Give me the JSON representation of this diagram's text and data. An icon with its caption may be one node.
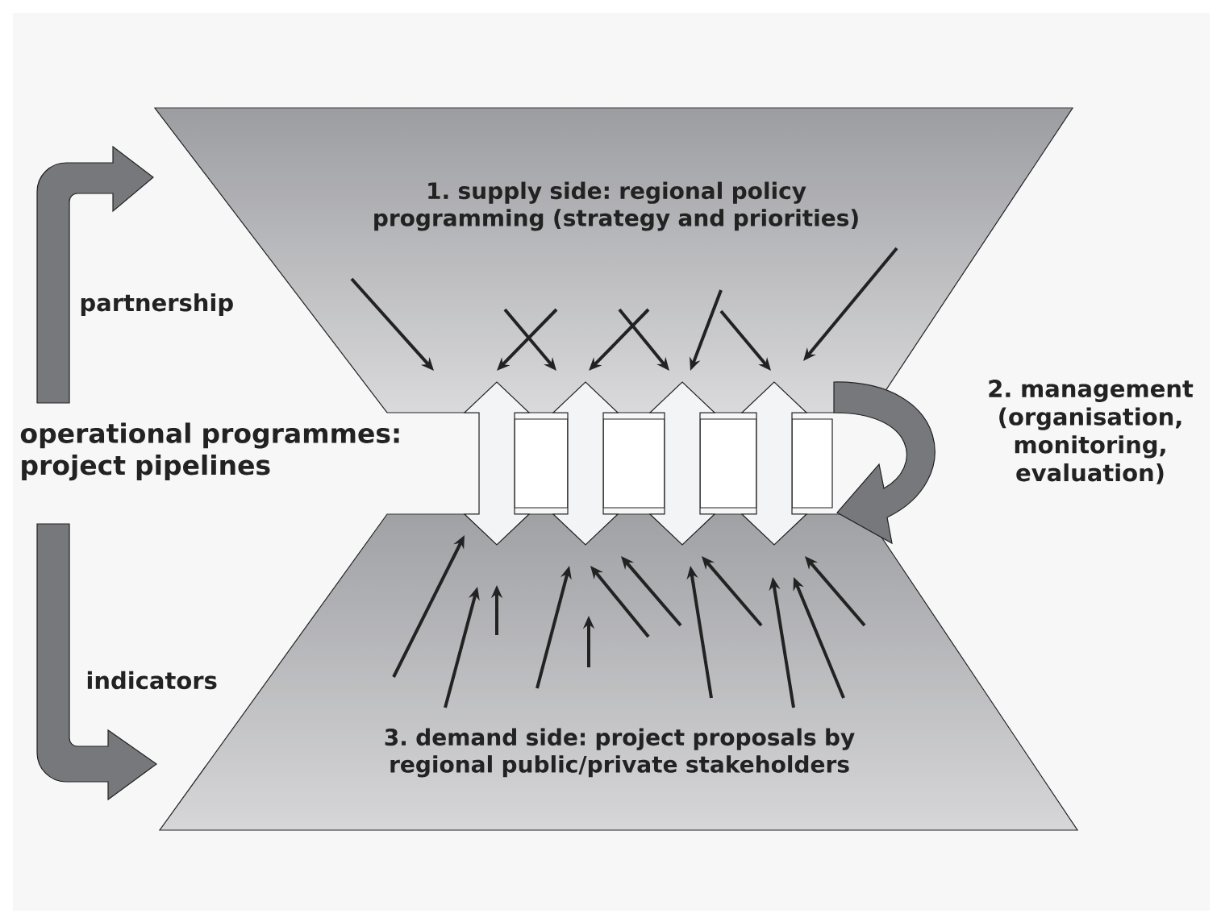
{
  "diagram": {
    "nodes": [
      {
        "text": [
          "1. supply side: regional policy programming (strategy and priorities)"
        ]
      },
      {
        "text": [
          "3. demand side: project proposals by regional public/private stakeholders"
        ]
      },
      {
        "text": [
          "operational programmes: project pipelines"
        ]
      }
    ],
    "edges": [
      {
        "from": 2,
        "to": 0,
        "arrow": "to",
        "label": "partnership"
      },
      {
        "from": 2,
        "to": 1,
        "arrow": "to",
        "label": "indicators"
      },
      {
        "from": 0,
        "to": 1,
        "arrow": "to",
        "label": "2. management (organisation, monitoring, evaluation)"
      },
      {
        "from": 0,
        "to": 1,
        "arrow": "both"
      },
      {
        "from": 0,
        "to": 1,
        "arrow": "both"
      },
      {
        "from": 0,
        "to": 1,
        "arrow": "both"
      },
      {
        "from": 0,
        "to": 1,
        "arrow": "both"
      }
    ]
  }
}
